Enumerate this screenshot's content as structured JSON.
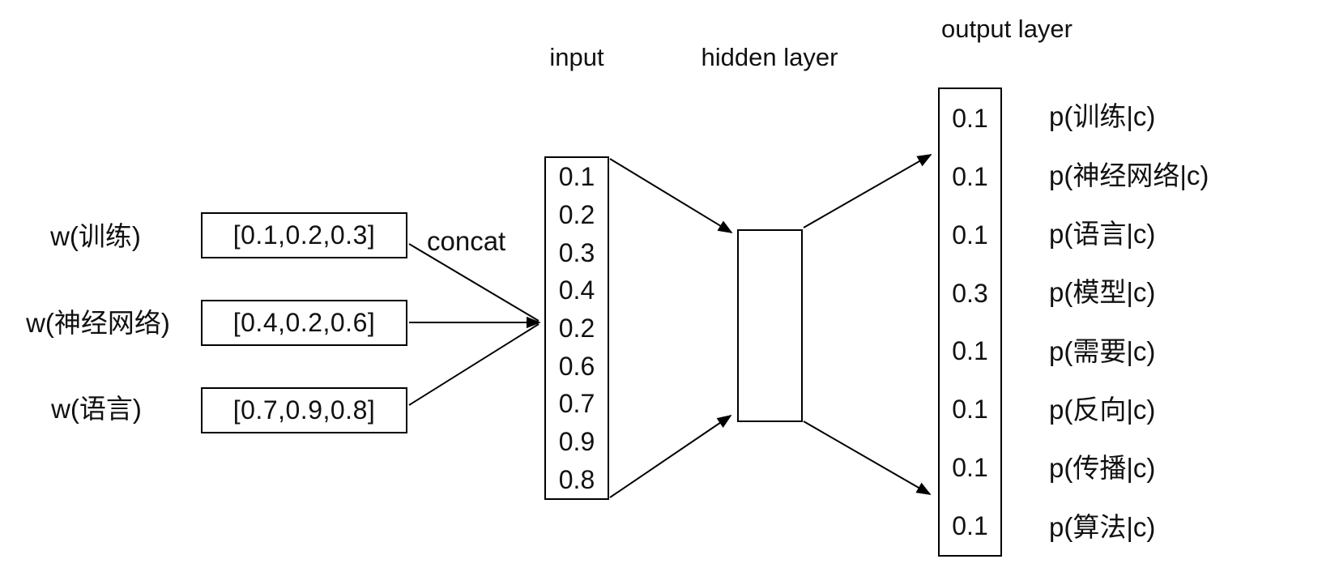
{
  "diagram": {
    "titles": {
      "input": "input",
      "hidden": "hidden layer",
      "output": "output layer"
    },
    "concat_label": "concat",
    "words": [
      {
        "label": "w(训练)",
        "vector": "[0.1,0.2,0.3]"
      },
      {
        "label": "w(神经网络)",
        "vector": "[0.4,0.2,0.6]"
      },
      {
        "label": "w(语言)",
        "vector": "[0.7,0.9,0.8]"
      }
    ],
    "input_values": [
      "0.1",
      "0.2",
      "0.3",
      "0.4",
      "0.2",
      "0.6",
      "0.7",
      "0.9",
      "0.8"
    ],
    "output_values": [
      "0.1",
      "0.1",
      "0.1",
      "0.3",
      "0.1",
      "0.1",
      "0.1",
      "0.1"
    ],
    "output_probs": [
      "p(训练|c)",
      "p(神经网络|c)",
      "p(语言|c)",
      "p(模型|c)",
      "p(需要|c)",
      "p(反向|c)",
      "p(传播|c)",
      "p(算法|c)"
    ],
    "colors": {
      "stroke": "#000000",
      "text": "#111111",
      "background": "#ffffff"
    }
  }
}
